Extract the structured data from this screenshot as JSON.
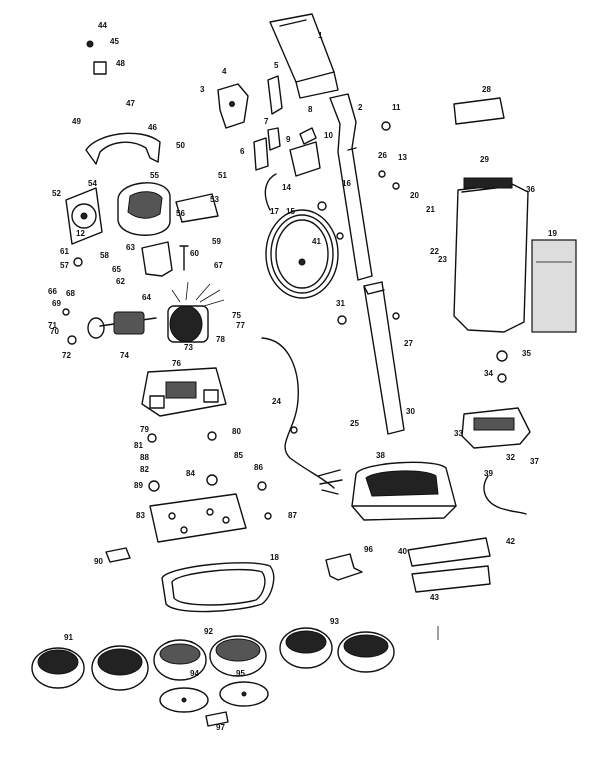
{
  "callouts": [
    "1",
    "2",
    "3",
    "4",
    "5",
    "6",
    "7",
    "8",
    "9",
    "10",
    "11",
    "12",
    "13",
    "14",
    "15",
    "16",
    "17",
    "18",
    "19",
    "20",
    "21",
    "22",
    "23",
    "24",
    "25",
    "26",
    "27",
    "28",
    "29",
    "30",
    "31",
    "32",
    "33",
    "34",
    "35",
    "36",
    "37",
    "38",
    "39",
    "40",
    "41",
    "42",
    "43",
    "44",
    "45",
    "46",
    "47",
    "48",
    "49",
    "50",
    "51",
    "52",
    "53",
    "54",
    "55",
    "56",
    "57",
    "58",
    "59",
    "60",
    "61",
    "62",
    "63",
    "64",
    "65",
    "66",
    "67",
    "68",
    "69",
    "70",
    "71",
    "72",
    "73",
    "74",
    "75",
    "76",
    "77",
    "78",
    "79",
    "80",
    "81",
    "82",
    "83",
    "84",
    "85",
    "86",
    "87",
    "88",
    "89",
    "90",
    "91",
    "92",
    "93",
    "94",
    "95",
    "96",
    "97"
  ]
}
